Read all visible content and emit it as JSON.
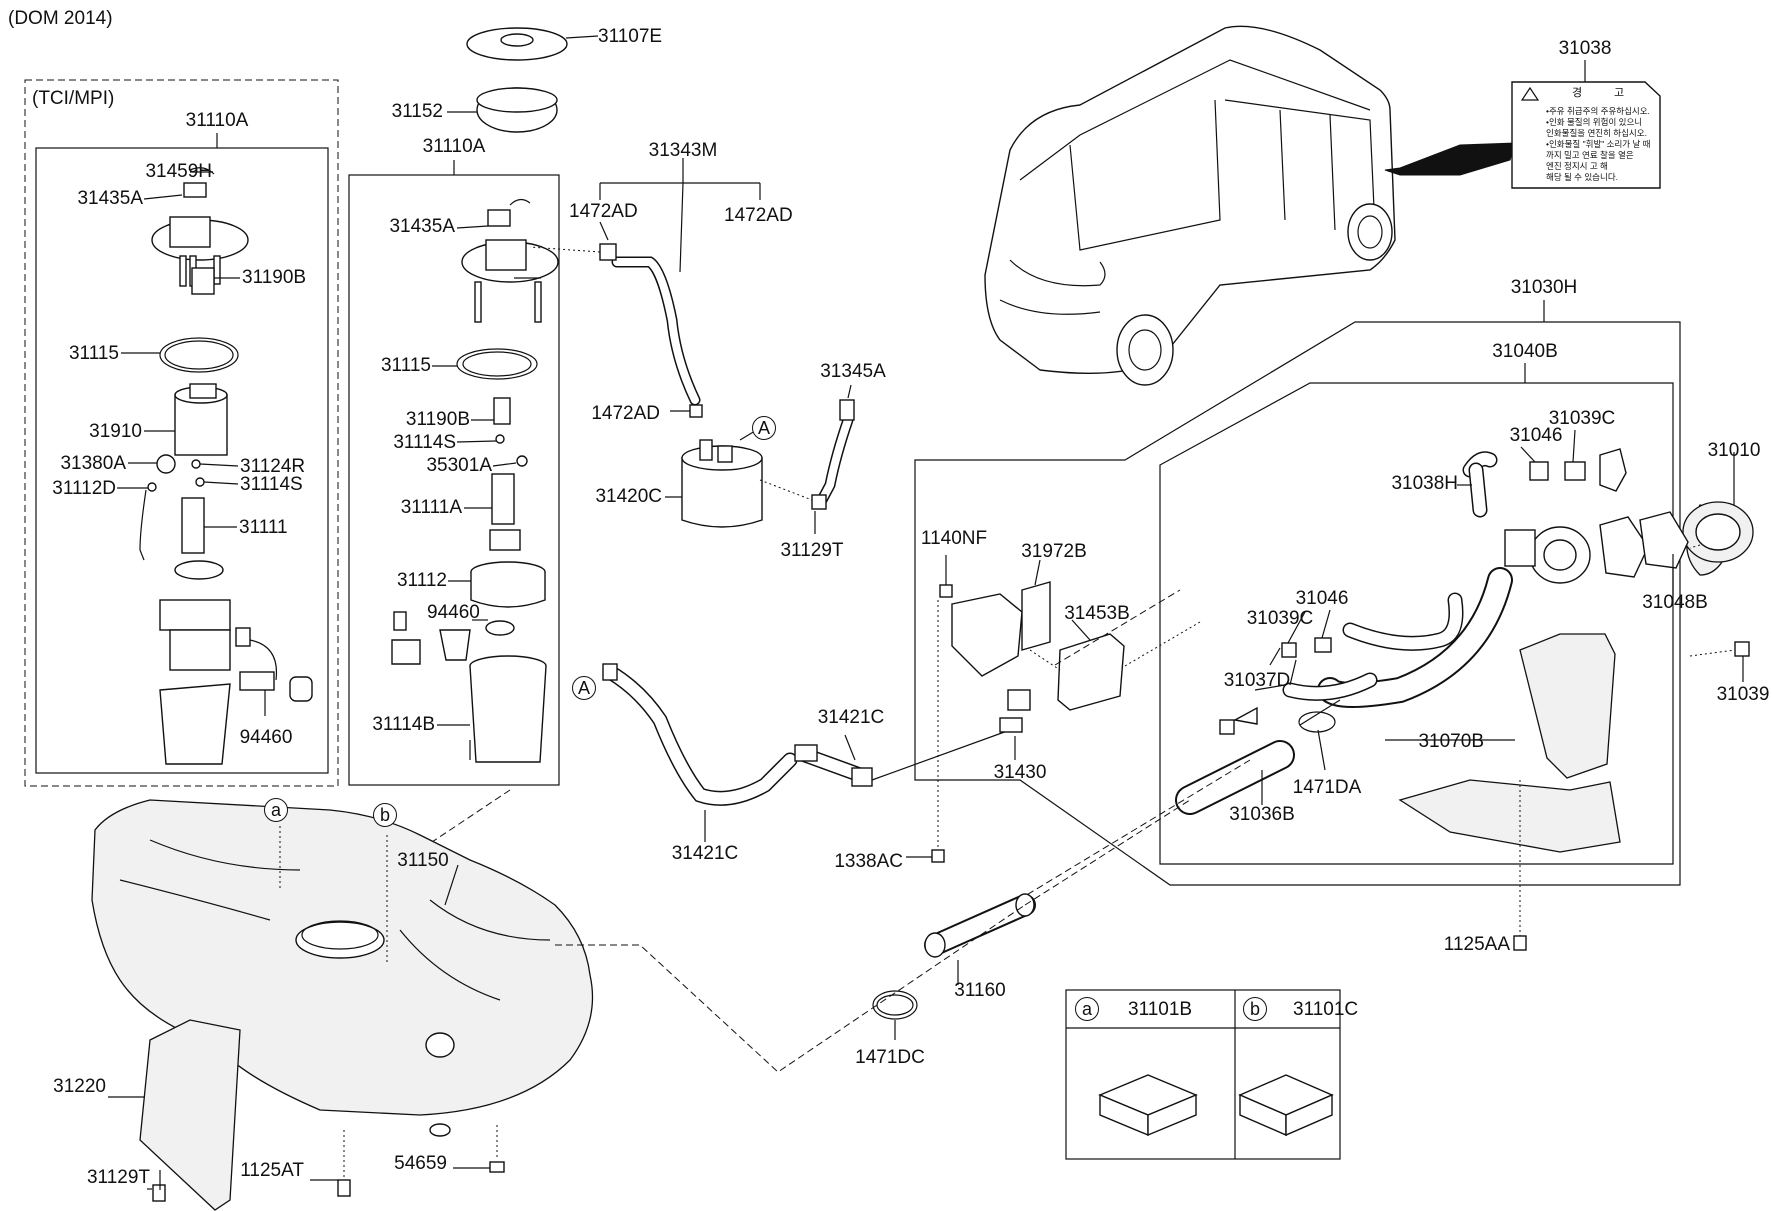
{
  "header": {
    "model_note": "(DOM 2014)",
    "variant_note": "(TCI/MPI)"
  },
  "labels": {
    "p31107E": "31107E",
    "p31152": "31152",
    "p31110A_a": "31110A",
    "p31110A_b": "31110A",
    "p31459H": "31459H",
    "p31435A_a": "31435A",
    "p31435A_b": "31435A",
    "p31190B_a": "31190B",
    "p31190B_b": "31190B",
    "p31115_a": "31115",
    "p31115_b": "31115",
    "p31910": "31910",
    "p31380A": "31380A",
    "p31124R": "31124R",
    "p31112D": "31112D",
    "p31114S_a": "31114S",
    "p31114S_b": "31114S",
    "p31111": "31111",
    "p94460_a": "94460",
    "p94460_b": "94460",
    "p35301A": "35301A",
    "p31111A": "31111A",
    "p31112": "31112",
    "p31114B": "31114B",
    "p31343M": "31343M",
    "p1472AD_a": "1472AD",
    "p1472AD_b": "1472AD",
    "p1472AD_c": "1472AD",
    "p31420C": "31420C",
    "p31345A": "31345A",
    "p31129T_a": "31129T",
    "p31129T_b": "31129T",
    "p1140NF": "1140NF",
    "p31972B": "31972B",
    "p31453B": "31453B",
    "p31430": "31430",
    "p31421C_a": "31421C",
    "p31421C_b": "31421C",
    "p1338AC": "1338AC",
    "p31150": "31150",
    "p31160": "31160",
    "p1471DC": "1471DC",
    "p31220": "31220",
    "p1125AT": "1125AT",
    "p54659": "54659",
    "p31038": "31038",
    "p31030H": "31030H",
    "p31040B": "31040B",
    "p31039C_a": "31039C",
    "p31039C_b": "31039C",
    "p31046_a": "31046",
    "p31046_b": "31046",
    "p31038H": "31038H",
    "p31010": "31010",
    "p31048B": "31048B",
    "p31039": "31039",
    "p31037D": "31037D",
    "p31070B": "31070B",
    "p1471DA": "1471DA",
    "p31036B": "31036B",
    "p1125AA": "1125AA"
  },
  "callouts": {
    "a": "a",
    "b": "b",
    "A": "A"
  },
  "legend_table": {
    "cells": [
      {
        "key": "a",
        "part": "31101B"
      },
      {
        "key": "b",
        "part": "31101C"
      }
    ]
  },
  "warning_label": {
    "title_left": "경",
    "title_right": "고",
    "lines": [
      "•주유 취급주의 주유하십시오.",
      "•인화 물질의 위험이 있으니",
      "인화물질을 연진히 하십시오.",
      "•인화물질 \"휘발\" 소리가 날 때",
      "까지 밀고 연료 찰을 열은",
      "엔진 정지시 고 해",
      "해당 될 수 있습니다."
    ]
  }
}
